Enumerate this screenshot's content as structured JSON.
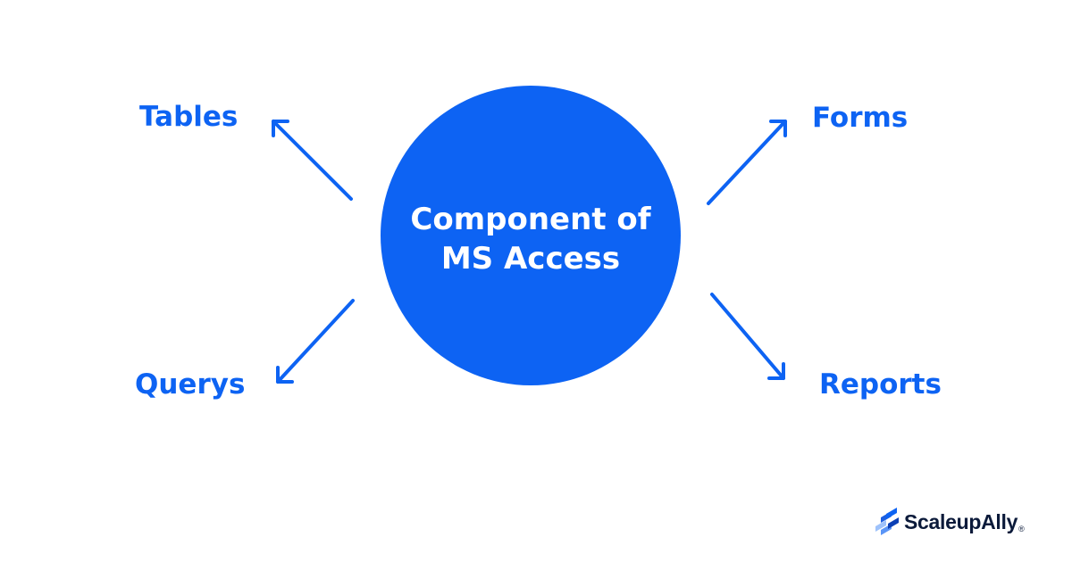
{
  "diagram": {
    "center": {
      "title": "Component of MS Access"
    },
    "nodes": {
      "tables": "Tables",
      "forms": "Forms",
      "querys": "Querys",
      "reports": "Reports"
    }
  },
  "brand": {
    "name": "ScaleupAlly",
    "registered_mark": "®"
  },
  "colors": {
    "accent": "#0d63f3",
    "background": "#ffffff",
    "center_text": "#ffffff",
    "brand_text": "#0b1a3a"
  },
  "icons": {
    "brand_logo": "scaleupally-logo-icon"
  }
}
